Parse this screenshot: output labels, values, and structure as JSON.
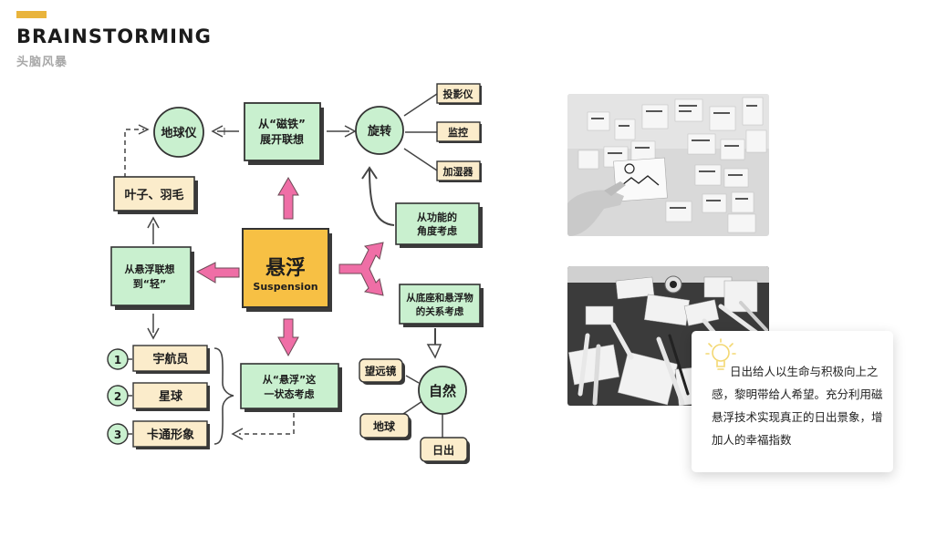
{
  "header": {
    "title": "BRAINSTORMING",
    "subtitle": "头脑风暴"
  },
  "colors": {
    "accent": "#e9b43c",
    "green_box": "#c9f0cf",
    "cream_box": "#fbeccb",
    "center_box": "#f7c044",
    "pink_arrow": "#ef6ea6"
  },
  "diagram": {
    "center": {
      "line1": "悬浮",
      "line2": "Suspension"
    },
    "magnet": {
      "line1": "从“磁铁”",
      "line2": "展开联想"
    },
    "globe_top": "地球仪",
    "rotate": "旋转",
    "projector": "投影仪",
    "monitor": "监控",
    "humidifier": "加湿器",
    "function": {
      "line1": "从功能的",
      "line2": "角度考虑"
    },
    "base": {
      "line1": "从底座和悬浮物",
      "line2": "的关系考虑"
    },
    "leaf": "叶子、羽毛",
    "light": {
      "line1": "从悬浮联想",
      "line2": "到“轻”"
    },
    "state": {
      "line1": "从“悬浮”这",
      "line2": "一状态考虑"
    },
    "nature": "自然",
    "telescope": "望远镜",
    "earth": "地球",
    "sunrise": "日出",
    "list": [
      {
        "num": "1",
        "label": "宇航员"
      },
      {
        "num": "2",
        "label": "星球"
      },
      {
        "num": "3",
        "label": "卡通形象"
      }
    ]
  },
  "note": {
    "text": "日出给人以生命与积极向上之感，黎明带给人希望。充分利用磁悬浮技术实现真正的日出景象，增加人的幸福指数",
    "icon": "lightbulb-icon"
  },
  "photos": [
    {
      "name": "sticky-notes-photo"
    },
    {
      "name": "markers-table-photo"
    }
  ]
}
